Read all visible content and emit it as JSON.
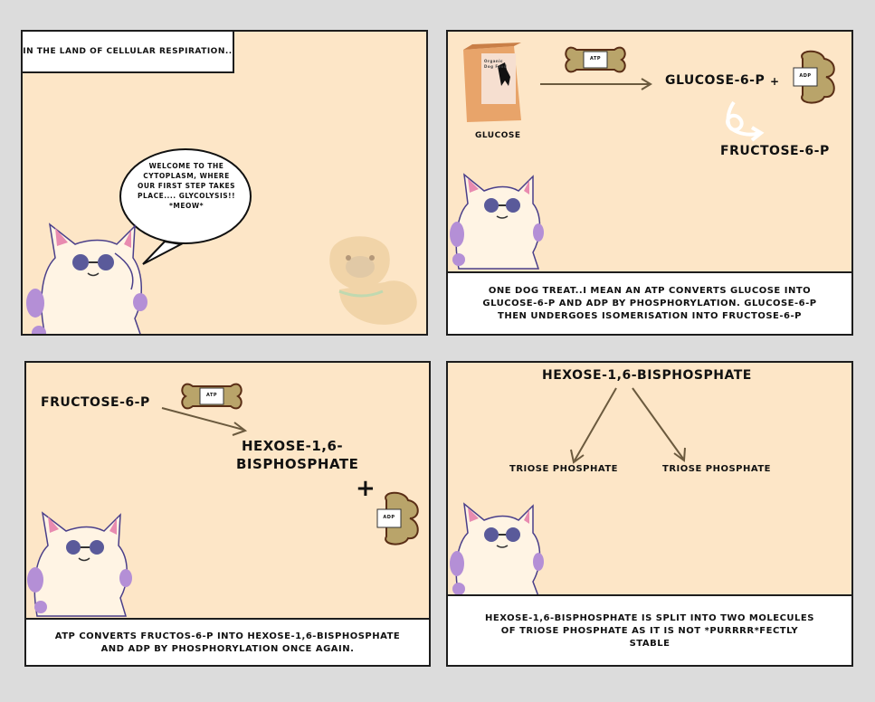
{
  "panel1": {
    "caption": "In the land of cellular respiration..",
    "speech": "Welcome to the cytoplasm, where our first step takes place.... Glycolysis!! *meow*"
  },
  "panel2": {
    "bag_text_1": "Organic",
    "bag_text_2": "Dog Food",
    "glucose_label": "Glucose",
    "atp_tag": "ATP",
    "g6p_label": "Glucose-6-P",
    "plus": "+",
    "adp_tag": "ADP",
    "f6p_label": "Fructose-6-P",
    "caption": "One dog treat..I mean an ATP converts glucose into glucose-6-p and ADP by phosphorylation. Glucose-6-p then undergoes isomerisation into fructose-6-p"
  },
  "panel3": {
    "f6p_label": "Fructose-6-P",
    "atp_tag": "ATP",
    "product_line1": "Hexose-1,6-",
    "product_line2": "bisphosphate",
    "plus": "+",
    "adp_tag": "ADP",
    "caption": "ATP converts fructos-6-p into hexose-1,6-bisphosphate and ADP by phosphorylation once again."
  },
  "panel4": {
    "top_label": "Hexose-1,6-bisphosphate",
    "left_label": "Triose phosphate",
    "right_label": "Triose phosphate",
    "caption": "Hexose-1,6-bisphosphate is split into two molecules of triose phosphate as it is not *purrrr*fectly stable"
  },
  "colors": {
    "background": "#dcdcdc",
    "panel": "#fde6c7",
    "bone": "#b9a46a",
    "bone_outline": "#5a2e16",
    "cat_purple": "#b48fd6",
    "arrow": "#6b5a3e"
  }
}
